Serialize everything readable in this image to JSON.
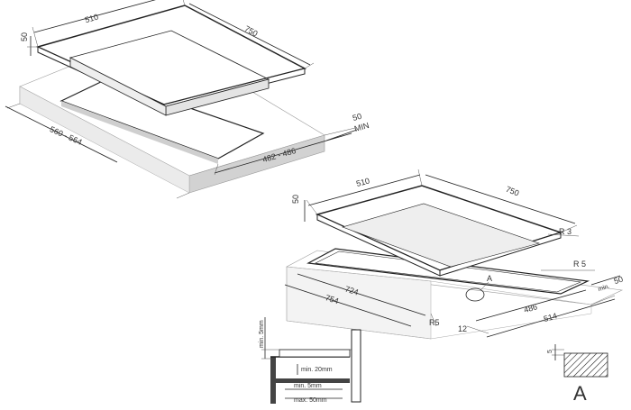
{
  "view1": {
    "hob_width": "510",
    "hob_depth": "750",
    "hob_height": "50",
    "cutout_width": "560 - 564",
    "cutout_depth": "482 - 486",
    "min_gap_value": "50",
    "min_gap_label": "MIN"
  },
  "view2": {
    "hob_width": "510",
    "hob_depth": "750",
    "hob_height": "50",
    "corner_radius_top": "R 3",
    "corner_radius_cutout": "R 5",
    "detail_marker": "A",
    "cutout_length": "724",
    "outer_length": "754",
    "cutout_width": "486",
    "outer_width": "514",
    "inner_radius": "R5",
    "edge_offset": "12",
    "min_side_label": "min.",
    "min_side_value": "50"
  },
  "section": {
    "min_5mm": "min. 5mm",
    "min_20mm": "min. 20mm",
    "min_5mm_b": "min. 5mm",
    "max_50mm": "max. 50mm"
  },
  "detail": {
    "label": "A",
    "depth": "5"
  }
}
